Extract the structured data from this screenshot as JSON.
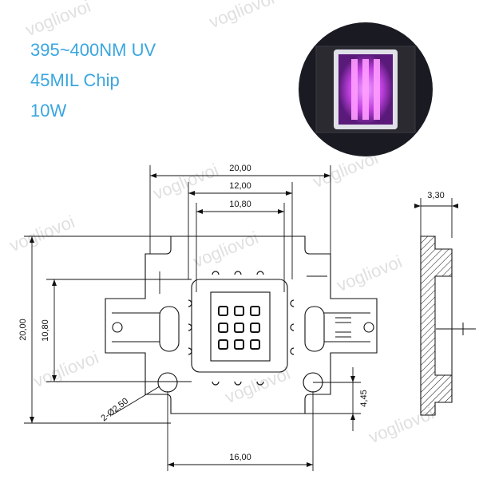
{
  "specs": [
    "395~400NM UV",
    "45MIL Chip",
    "10W"
  ],
  "watermark": "vogliovoi",
  "dimensions": {
    "overall_width": "20,00",
    "inner_width": "12,00",
    "window_width": "10,80",
    "overall_height": "20,00",
    "inner_height": "10,80",
    "hole_note": "2-Ø2,50",
    "bottom_width": "16,00",
    "side_offset": "4,45",
    "thickness": "3,30"
  },
  "colors": {
    "spec_text": "#3aa6e0",
    "led_glow": "#e060ff",
    "photo_bg": "#1a1a22",
    "line": "#111111"
  }
}
